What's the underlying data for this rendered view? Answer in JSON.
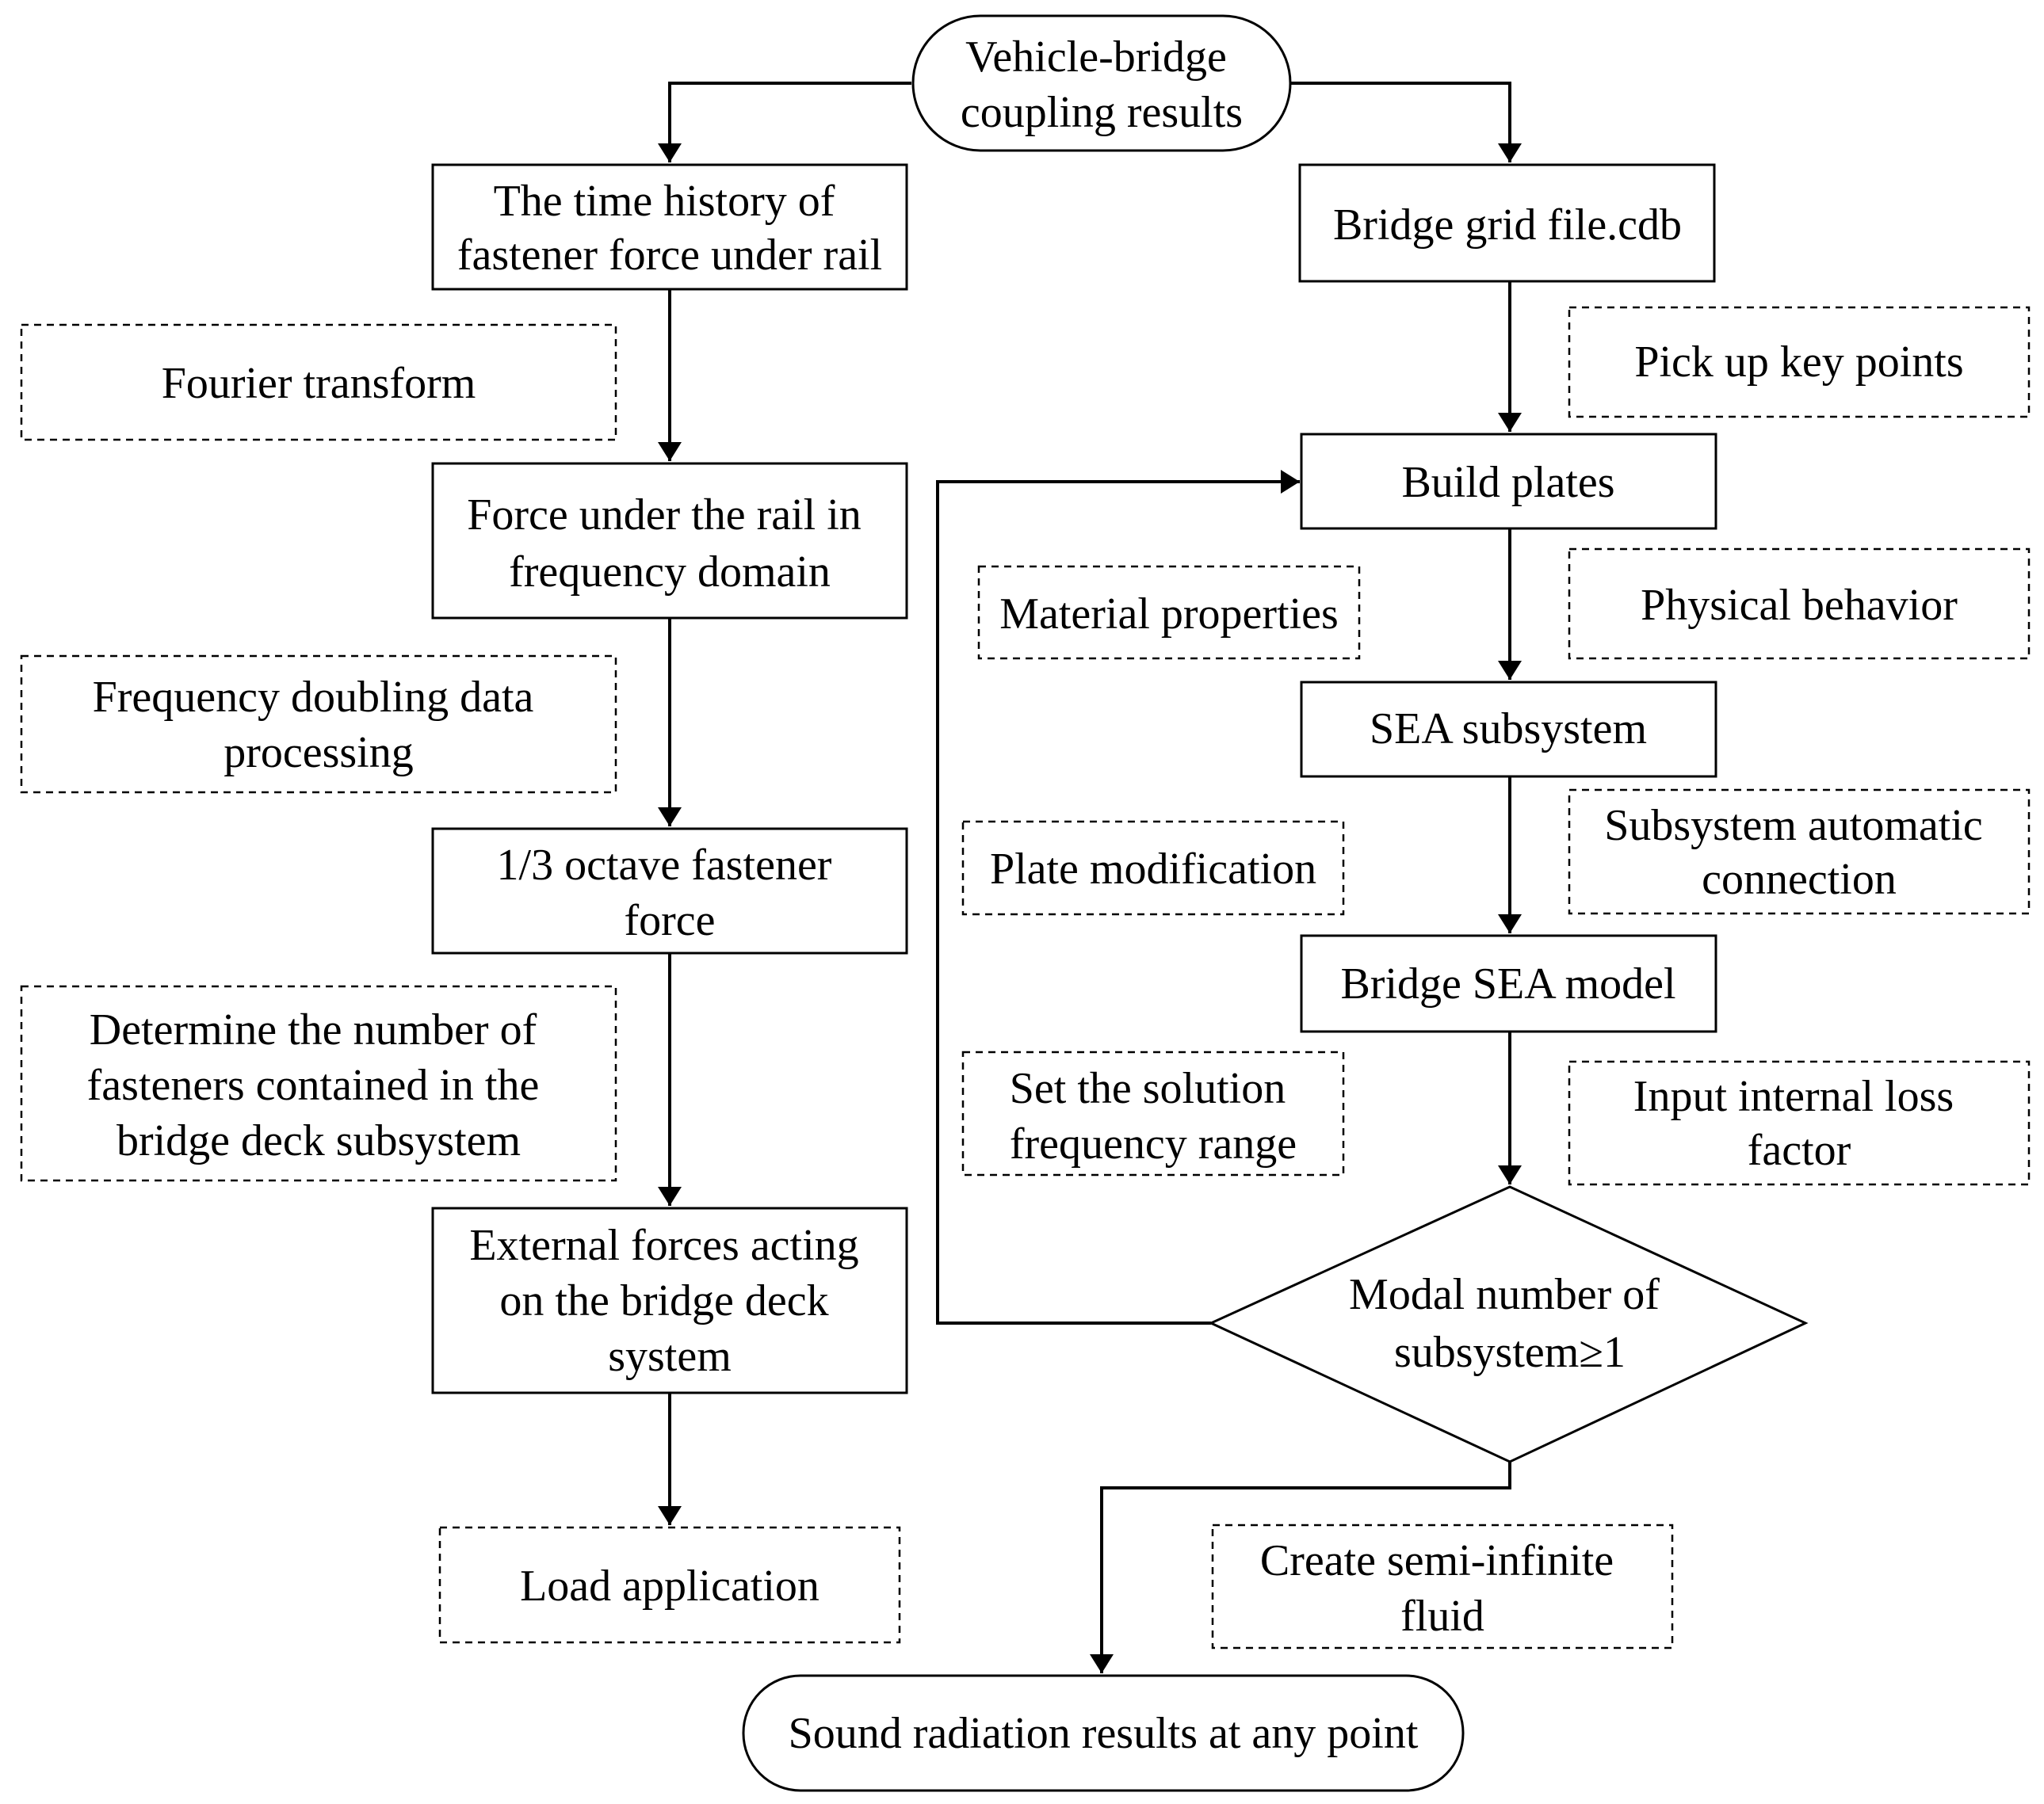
{
  "nodes": {
    "start": [
      "Vehicle-bridge",
      "coupling results"
    ],
    "time_history": [
      "The time history of",
      "fastener force under rail"
    ],
    "fourier": [
      "Fourier transform"
    ],
    "force_freq": [
      "Force under the rail in",
      "frequency domain"
    ],
    "freq_doubling": [
      "Frequency doubling data",
      "processing"
    ],
    "octave": [
      "1/3 octave fastener",
      "force"
    ],
    "determine": [
      "Determine the number of",
      "fasteners contained in the",
      "bridge deck subsystem"
    ],
    "external": [
      "External forces acting",
      "on the bridge deck",
      "system"
    ],
    "load": [
      "Load application"
    ],
    "grid": [
      "Bridge grid file.cdb"
    ],
    "pick": [
      "Pick up key points"
    ],
    "build": [
      "Build  plates"
    ],
    "material": [
      "Material properties"
    ],
    "physical": [
      "Physical behavior"
    ],
    "sea_sub": [
      "SEA subsystem"
    ],
    "plate_mod": [
      "Plate modification"
    ],
    "auto_conn": [
      "Subsystem automatic",
      "connection"
    ],
    "sea_model": [
      "Bridge SEA model"
    ],
    "solution": [
      "Set the solution",
      "frequency range"
    ],
    "loss": [
      "Input internal loss",
      "factor"
    ],
    "modal": [
      "Modal number of",
      "subsystem≥1"
    ],
    "fluid": [
      "Create semi-infinite",
      "fluid"
    ],
    "end": [
      "Sound radiation results at any point"
    ]
  }
}
